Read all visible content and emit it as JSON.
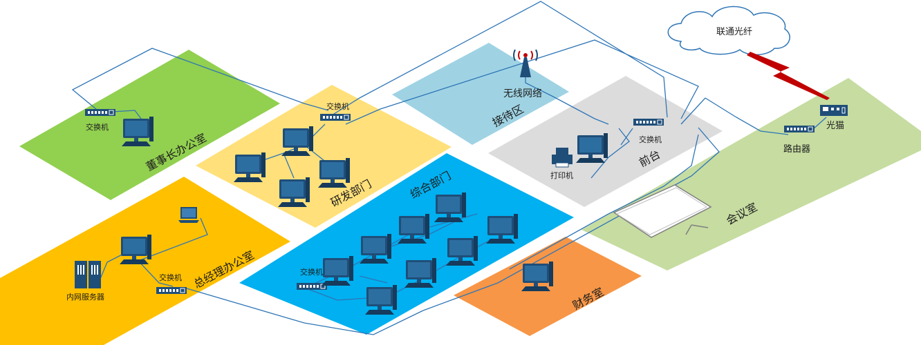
{
  "rooms": {
    "chairman": "董事长办公室",
    "rnd": "研发部门",
    "reception": "接待区",
    "front_desk": "前台",
    "meeting": "会议室",
    "gm": "总经理办公室",
    "general": "综合部门",
    "finance": "财务室"
  },
  "devices": {
    "switch_chairman": "交换机",
    "switch_rnd": "交换机",
    "switch_front": "交换机",
    "switch_gm": "交换机",
    "switch_general": "交换机",
    "wireless": "无线网络",
    "printer": "打印机",
    "router": "路由器",
    "modem": "光猫",
    "server": "内网服务器",
    "isp": "联通光纤"
  },
  "colors": {
    "chairman": "#92d050",
    "rnd": "#ffe07a",
    "reception": "#9fd3e4",
    "front_desk": "#dcdcdc",
    "meeting": "#c6dca1",
    "gm": "#ffc000",
    "general": "#00b0f0",
    "finance": "#f79646",
    "cable": "#2e75b6",
    "device": "#1f4e79",
    "lightning": "#c00000"
  }
}
